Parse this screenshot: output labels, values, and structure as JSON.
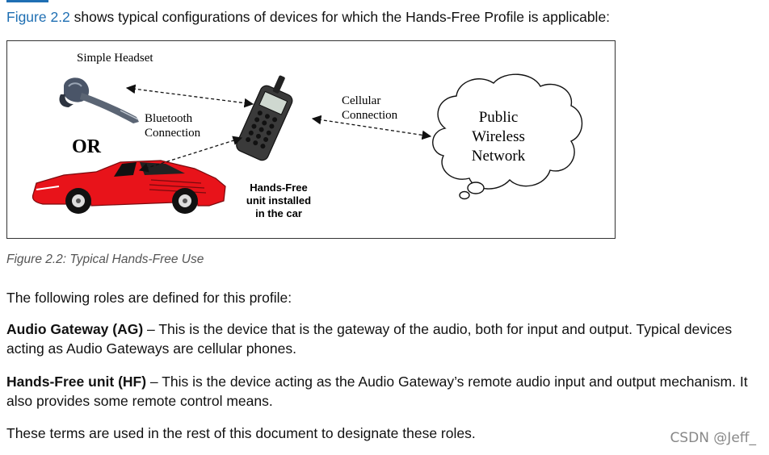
{
  "intro": {
    "link": "Figure 2.2",
    "text": " shows typical configurations of devices for which the Hands-Free Profile is applicable:"
  },
  "figure": {
    "headset_label": "Simple Headset",
    "or_label": "OR",
    "bluetooth_line1": "Bluetooth",
    "bluetooth_line2": "Connection",
    "cellular_line1": "Cellular",
    "cellular_line2": "Connection",
    "hf_line1": "Hands-Free",
    "hf_line2": "unit  installed",
    "hf_line3": "in the car",
    "cloud_line1": "Public",
    "cloud_line2": "Wireless",
    "cloud_line3": "Network",
    "colors": {
      "car": "#e8131a",
      "headset": "#4a5568",
      "phone": "#3a3a3a",
      "link": "#1f6fb3"
    }
  },
  "caption": "Figure 2.2: Typical Hands-Free Use",
  "paragraphs": {
    "p1": "The following roles are defined for this profile:",
    "ag_term": "Audio Gateway (AG)",
    "ag_text": " – This is the device that is the gateway of the audio, both for input and output. Typical devices acting as Audio Gateways are cellular phones.",
    "hf_term": "Hands-Free unit (HF)",
    "hf_text": " – This is the device acting as the Audio Gateway’s remote audio input and output mechanism. It also provides some remote control means.",
    "p4": "These terms are used in the rest of this document to designate these roles."
  },
  "watermark": "CSDN @Jeff_"
}
